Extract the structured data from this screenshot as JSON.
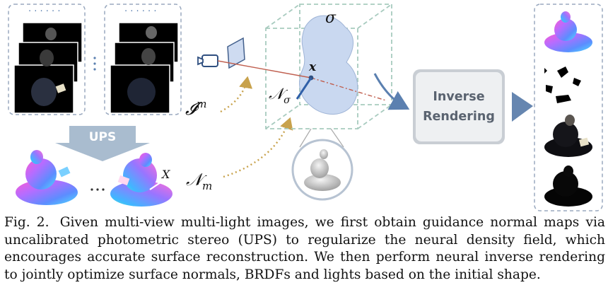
{
  "figure": {
    "ups_label": "UPS",
    "dots_row_top": "· · · · · ·",
    "dots_vertical": "·\n·\n·",
    "dots_normals": "· · ·",
    "point_label_X": "X",
    "image_symbol": "𝓘",
    "image_superscript": "m",
    "normal_map_symbol": "𝒩",
    "normal_map_subscript": "m",
    "density_normal_symbol": "𝒩",
    "density_normal_subscript": "σ",
    "sigma_label": "σ",
    "point_label_x": "x",
    "inverse_rendering_line1": "Inverse",
    "inverse_rendering_line2": "Rendering"
  },
  "caption": {
    "label": "Fig. 2.",
    "text": "Given multi-view multi-light images, we first obtain guidance normal maps via uncalibrated photometric stereo (UPS) to regularize the neural density field, which encourages accurate surface reconstruction. We then perform neural inverse rendering to jointly optimize surface normals, BRDFs and lights based on the initial shape."
  },
  "colors": {
    "dashed_frame": "#9aa9bf",
    "cube": "#a8cbbf",
    "blob": "#c9d8f0",
    "arrow_blue": "#5b80b0",
    "dotted_arrow": "#c8a24c",
    "ups_banner": "#a9bccf",
    "inverse_box": "#eef0f2"
  }
}
